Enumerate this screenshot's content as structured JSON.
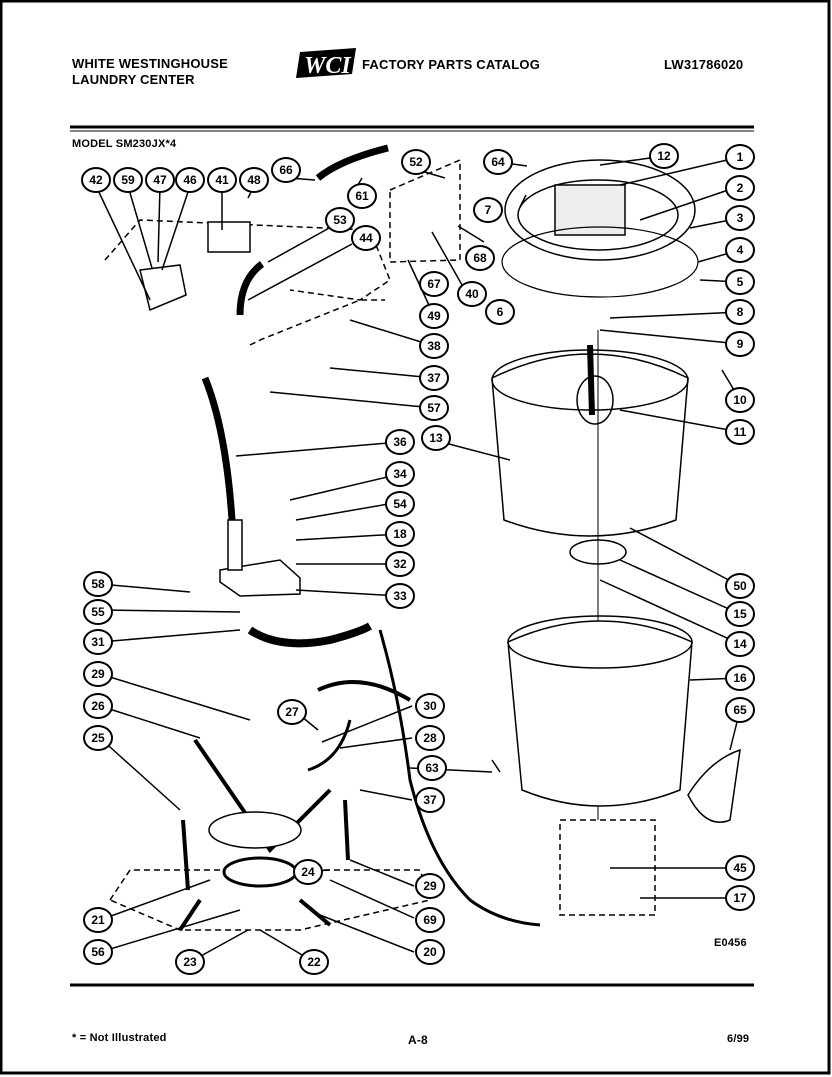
{
  "header": {
    "brand_line1": "WHITE WESTINGHOUSE",
    "brand_line2": "LAUNDRY CENTER",
    "logo_text": "WCI",
    "catalog_title": "FACTORY PARTS CATALOG",
    "doc_number": "LW31786020",
    "model": "MODEL SM230JX*4"
  },
  "footer": {
    "footnote": "* = Not Illustrated",
    "page": "A-8",
    "date": "6/99"
  },
  "drawing_id": "E0456",
  "callouts": [
    {
      "label": "42"
    },
    {
      "label": "59"
    },
    {
      "label": "47"
    },
    {
      "label": "46"
    },
    {
      "label": "41"
    },
    {
      "label": "48"
    },
    {
      "label": "66"
    },
    {
      "label": "61"
    },
    {
      "label": "53"
    },
    {
      "label": "44"
    },
    {
      "label": "52"
    },
    {
      "label": "64"
    },
    {
      "label": "7"
    },
    {
      "label": "68"
    },
    {
      "label": "67"
    },
    {
      "label": "40"
    },
    {
      "label": "49"
    },
    {
      "label": "38"
    },
    {
      "label": "37"
    },
    {
      "label": "57"
    },
    {
      "label": "36"
    },
    {
      "label": "34"
    },
    {
      "label": "54"
    },
    {
      "label": "18"
    },
    {
      "label": "32"
    },
    {
      "label": "33"
    },
    {
      "label": "58"
    },
    {
      "label": "55"
    },
    {
      "label": "31"
    },
    {
      "label": "29"
    },
    {
      "label": "26"
    },
    {
      "label": "25"
    },
    {
      "label": "27"
    },
    {
      "label": "30"
    },
    {
      "label": "28"
    },
    {
      "label": "63"
    },
    {
      "label": "37"
    },
    {
      "label": "24"
    },
    {
      "label": "21"
    },
    {
      "label": "56"
    },
    {
      "label": "23"
    },
    {
      "label": "22"
    },
    {
      "label": "20"
    },
    {
      "label": "69"
    },
    {
      "label": "29"
    },
    {
      "label": "12"
    },
    {
      "label": "1"
    },
    {
      "label": "2"
    },
    {
      "label": "3"
    },
    {
      "label": "4"
    },
    {
      "label": "5"
    },
    {
      "label": "8"
    },
    {
      "label": "9"
    },
    {
      "label": "6"
    },
    {
      "label": "10"
    },
    {
      "label": "11"
    },
    {
      "label": "13"
    },
    {
      "label": "50"
    },
    {
      "label": "15"
    },
    {
      "label": "14"
    },
    {
      "label": "16"
    },
    {
      "label": "65"
    },
    {
      "label": "45"
    },
    {
      "label": "17"
    }
  ]
}
